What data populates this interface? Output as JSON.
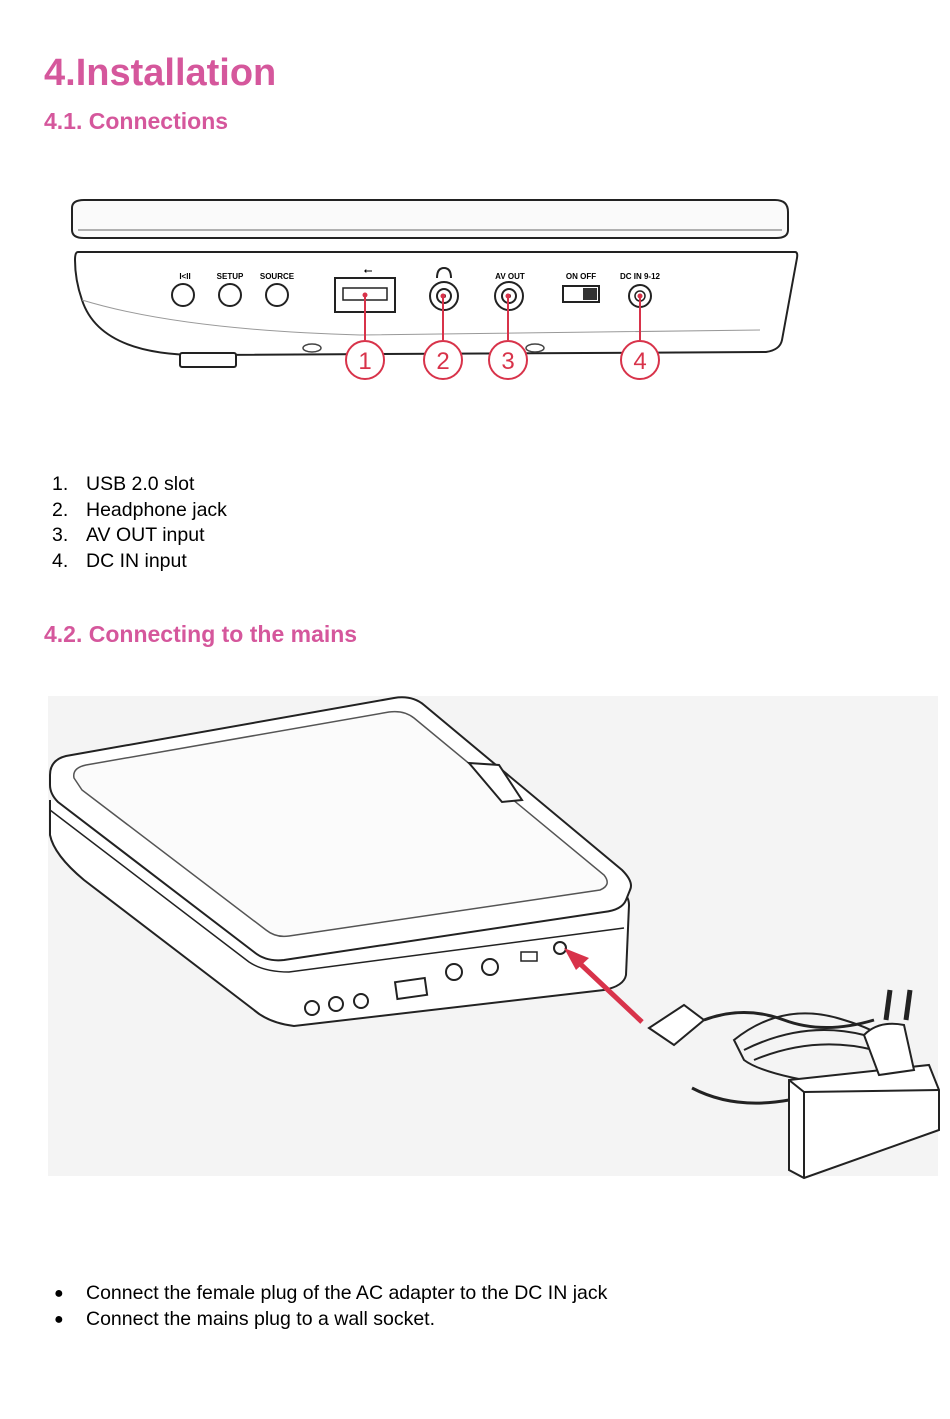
{
  "heading": "4.Installation",
  "section1": {
    "title": "4.1. Connections",
    "figure": {
      "port_labels": [
        "I<II",
        "SETUP",
        "SOURCE",
        "AV OUT",
        "ON  OFF",
        "DC IN 9-12"
      ],
      "callouts": [
        "1",
        "2",
        "3",
        "4"
      ]
    },
    "items": [
      {
        "num": "1.",
        "text": "USB 2.0 slot"
      },
      {
        "num": "2.",
        "text": "Headphone jack"
      },
      {
        "num": "3.",
        "text": "AV OUT input"
      },
      {
        "num": "4.",
        "text": "DC IN input"
      }
    ]
  },
  "section2": {
    "title": "4.2. Connecting to the mains",
    "bullets": [
      "Connect the female plug of the AC adapter to the DC IN jack",
      "Connect the mains plug to a wall socket."
    ]
  },
  "colors": {
    "heading": "#d5579c",
    "callout": "#d8334a"
  }
}
